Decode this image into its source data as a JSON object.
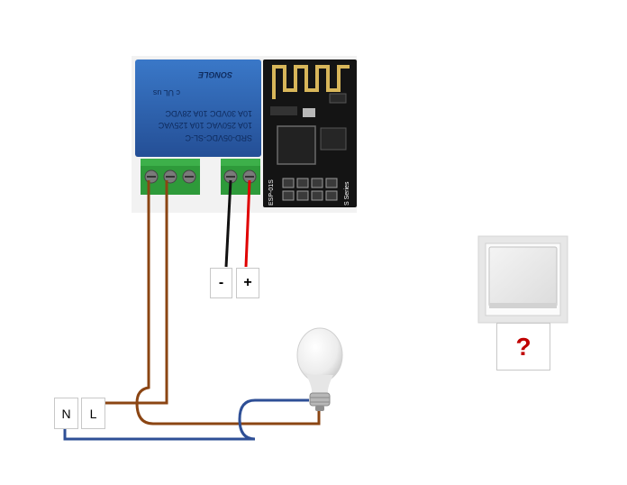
{
  "relay": {
    "model": "SRD-05VDC-SL-C",
    "rating_lines": [
      "10A 250VAC  10A 125VAC",
      "10A 30VDC  10A 28VDC"
    ],
    "brand": "SONGLE",
    "cert": "c UL us"
  },
  "esp_module": {
    "model": "ESP-01S",
    "series": "S Series"
  },
  "labels": {
    "minus": "-",
    "plus": "+",
    "neutral": "N",
    "line": "L",
    "unknown_switch": "?"
  },
  "colors": {
    "wire_live": "#8b4513",
    "wire_neutral": "#2e4f96",
    "wire_negative": "#111111",
    "wire_positive": "#e00000",
    "relay_body": "#2c63b4",
    "terminal_green": "#2e9a3a",
    "board_black": "#141414",
    "question_mark": "#c00000"
  },
  "icons": [
    "relay-module",
    "wifi-module-esp01s",
    "light-bulb-icon",
    "wall-switch-icon"
  ]
}
